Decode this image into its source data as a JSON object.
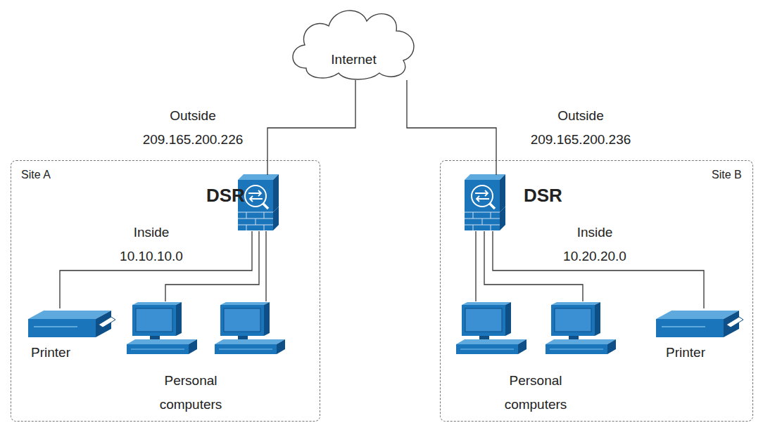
{
  "diagram": {
    "nodes": [
      {
        "text": [
          "Internet"
        ]
      },
      {
        "text": [
          "Site A"
        ]
      },
      {
        "text": [
          "DSR"
        ],
        "in": 1
      },
      {
        "text": [
          "Printer"
        ],
        "in": 1
      },
      {
        "text": [
          "Personal computers"
        ],
        "in": 1
      },
      {
        "text": [
          "Site B"
        ]
      },
      {
        "text": [
          "DSR"
        ],
        "in": 5
      },
      {
        "text": [
          "Personal computers"
        ],
        "in": 5
      },
      {
        "text": [
          "Printer"
        ],
        "in": 5
      }
    ],
    "edges": [
      {
        "from": 0,
        "to": 2,
        "arrow": "none",
        "label": "Outside 209.165.200.226"
      },
      {
        "from": 0,
        "to": 6,
        "arrow": "none",
        "label": "Outside 209.165.200.236"
      },
      {
        "from": 2,
        "to": 3,
        "arrow": "none"
      },
      {
        "from": 2,
        "to": 4,
        "arrow": "none"
      },
      {
        "from": 2,
        "to": 4,
        "arrow": "none"
      },
      {
        "from": 6,
        "to": 7,
        "arrow": "none"
      },
      {
        "from": 6,
        "to": 7,
        "arrow": "none"
      },
      {
        "from": 6,
        "to": 8,
        "arrow": "none"
      }
    ],
    "labels": [
      "Inside 10.10.10.0",
      "Inside 10.20.20.0"
    ]
  }
}
